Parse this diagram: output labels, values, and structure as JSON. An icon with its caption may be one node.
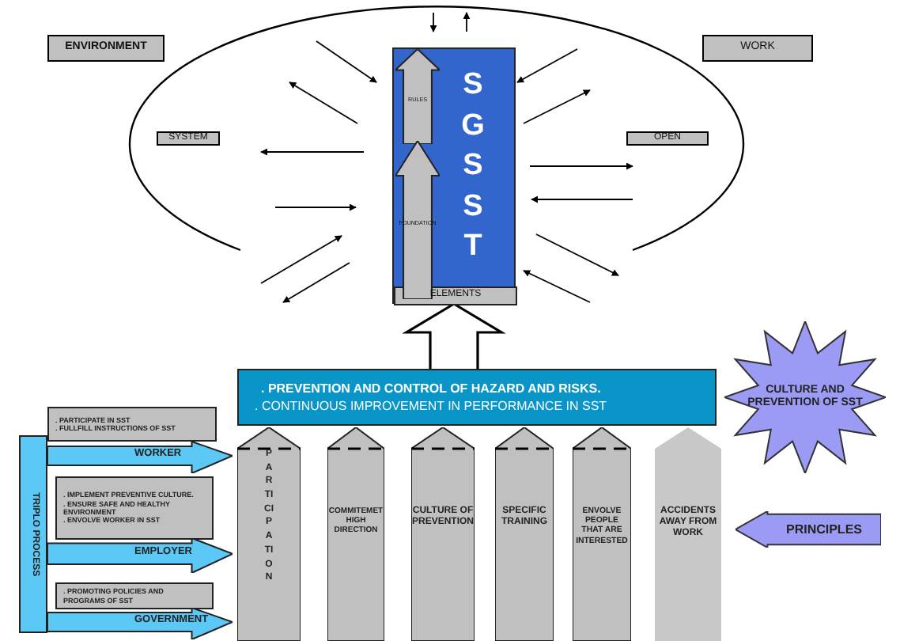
{
  "diagram": {
    "nodes": [
      {
        "text": [
          "ENVIRONMENT"
        ]
      },
      {
        "text": [
          "WORK"
        ]
      },
      {
        "text": [
          "SYSTEM"
        ]
      },
      {
        "text": [
          "OPEN"
        ]
      },
      {
        "text": [
          "SGSST"
        ]
      },
      {
        "text": [
          "ELEMENTS"
        ],
        "in": 4
      },
      {
        "text": [
          "RULES"
        ],
        "in": 4
      },
      {
        "text": [
          "FOUNDATION"
        ],
        "in": 4
      },
      {
        "text": [
          ". PREVENTION AND CONTROL OF HAZARD AND RISKS.",
          ". CONTINUOUS IMPROVEMENT IN PERFORMANCE IN SST"
        ]
      },
      {
        "text": [
          "CULTURE AND PREVENTION OF SST"
        ]
      },
      {
        "text": [
          "PARTICIPATION"
        ]
      },
      {
        "text": [
          "COMMITEMET HIGH DIRECTION"
        ]
      },
      {
        "text": [
          "CULTURE OF PREVENTION"
        ]
      },
      {
        "text": [
          "SPECIFIC TRAINING"
        ]
      },
      {
        "text": [
          "ENVOLVE PEOPLE THAT ARE INTERESTED"
        ]
      },
      {
        "text": [
          "ACCIDENTS AWAY FROM WORK"
        ]
      },
      {
        "text": [
          "PRINCIPLES"
        ]
      },
      {
        "text": [
          "TRIPLO PROCESS"
        ]
      },
      {
        "text": [
          ". PARTICIPATE IN SST",
          ". FULLFILL INSTRUCTIONS OF SST"
        ]
      },
      {
        "text": [
          "WORKER"
        ]
      },
      {
        "text": [
          ". IMPLEMENT PREVENTIVE CULTURE.",
          ". ENSURE SAFE AND HEALTHY ENVIRONMENT",
          ". ENVOLVE WORKER IN SST"
        ]
      },
      {
        "text": [
          "EMPLOYER"
        ]
      },
      {
        "text": [
          ". PROMOTING POLICIES AND PROGRAMS OF SST"
        ]
      },
      {
        "text": [
          "GOVERNMENT"
        ]
      }
    ],
    "edges": [
      {
        "from": 8,
        "to": 5,
        "arrow": "to",
        "style": "thick"
      }
    ]
  }
}
